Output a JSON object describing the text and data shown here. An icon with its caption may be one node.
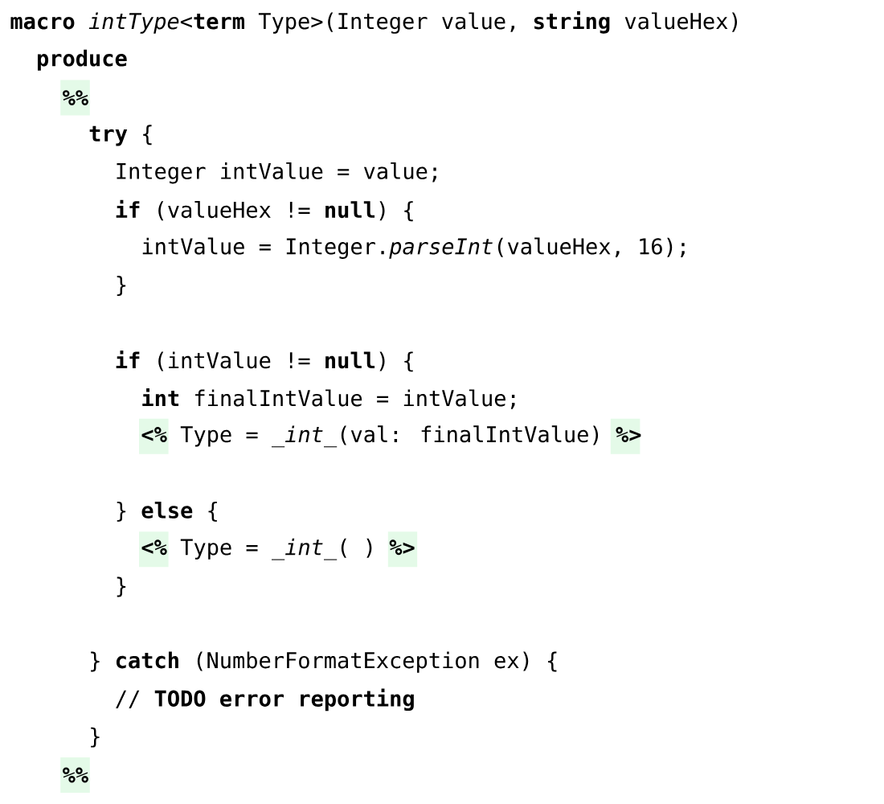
{
  "diagram": {
    "labels": [
      "**macro** *intType*<**term** Type>(Integer value, **string** valueHex)",
      "**produce**",
      "**%%**",
      "**try** {",
      "Integer intValue = value;",
      "**if** (valueHex != **null**) {",
      "intValue = Integer.*parseInt*(valueHex, 16);",
      "}",
      "**if** (intValue != **null**) {",
      "**int** finalIntValue = intValue;",
      "**<%** Type = *_int_*(val: finalIntValue) **%>**",
      "} **else** {",
      "**<%** Type = *_int_*( ) **%>**",
      "}",
      "} **catch** (NumberFormatException ex) {",
      "// **TODO error reporting**",
      "}",
      "**%%**"
    ]
  }
}
